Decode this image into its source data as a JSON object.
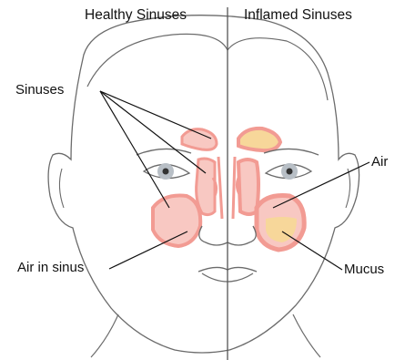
{
  "headings": {
    "left": "Healthy Sinuses",
    "right": "Inflamed Sinuses"
  },
  "labels": {
    "sinuses": "Sinuses",
    "air": "Air",
    "air_in_sinus": "Air in sinus",
    "mucus": "Mucus"
  },
  "colors": {
    "outline": "#6b6b6b",
    "leader_line": "#111111",
    "divider": "#555555",
    "sinus_fill": "#f29b93",
    "sinus_inner": "#f8c8c2",
    "mucus_fill": "#f7d79a",
    "iris": "#b8bfc6",
    "pupil": "#333333"
  }
}
